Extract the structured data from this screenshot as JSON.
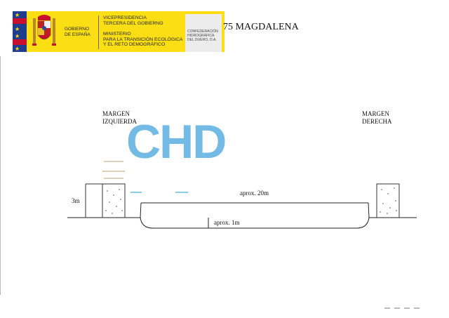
{
  "header": {
    "gobierno": [
      "GOBIERNO",
      "DE ESPAÑA"
    ],
    "vicepresidencia": [
      "VICEPRESIDENCIA",
      "TERCERA DEL GOBIERNO"
    ],
    "ministerio": [
      "MINISTERIO",
      "PARA LA TRANSICIÓN ECOLÓGICA",
      "Y EL RETO DEMOGRÁFICO"
    ],
    "confederacion": [
      "CONFEDERACIÓN",
      "HIDROGRÁFICA",
      "DEL DUERO, O.A."
    ],
    "colors": {
      "banner": "#fbdf14",
      "flag_blue": "#1f3c8f",
      "flag_red": "#c8102e"
    }
  },
  "title": "75 MAGDALENA",
  "diagram": {
    "margen_izquierda": [
      "MARGEN",
      "IZQUIERDA"
    ],
    "margen_derecha": [
      "MARGEN",
      "DERECHA"
    ],
    "height_label": "3m",
    "width_label": "aprox. 20m",
    "depth_label": "aprox. 1m"
  },
  "watermark": {
    "text": "CHD",
    "color": "#5aafe1"
  }
}
